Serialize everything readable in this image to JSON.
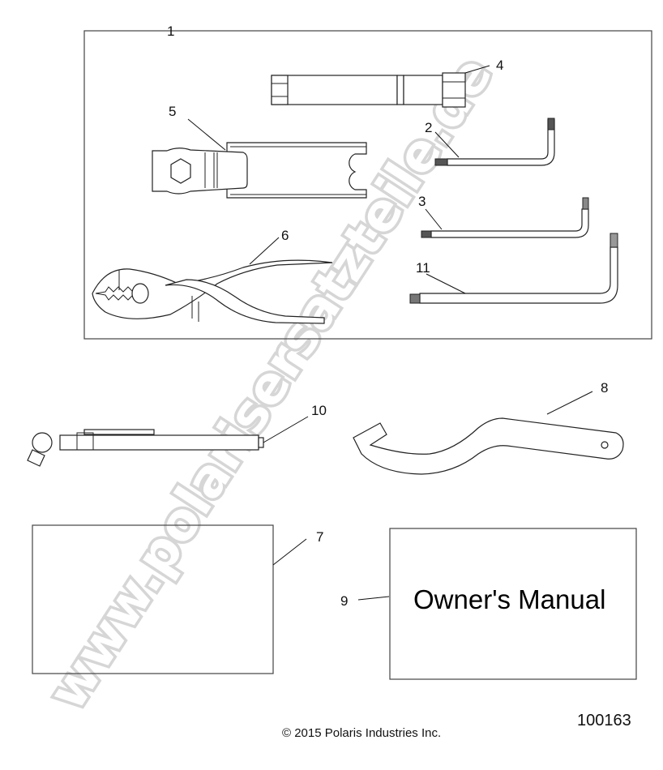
{
  "diagram": {
    "figure_number": "100163",
    "copyright": "© 2015 Polaris Industries Inc.",
    "watermark": "www.polarisersatzteile.de",
    "kit_box_callout": "1",
    "callouts": [
      {
        "id": "1",
        "part": "tool-kit-box"
      },
      {
        "id": "2",
        "part": "hex-key-small"
      },
      {
        "id": "3",
        "part": "hex-key-medium"
      },
      {
        "id": "4",
        "part": "spark-plug-socket"
      },
      {
        "id": "5",
        "part": "wrench-handle"
      },
      {
        "id": "6",
        "part": "pliers"
      },
      {
        "id": "7",
        "part": "blank-card"
      },
      {
        "id": "8",
        "part": "spanner-wrench"
      },
      {
        "id": "9",
        "part": "owners-manual"
      },
      {
        "id": "10",
        "part": "tire-pressure-gauge"
      },
      {
        "id": "11",
        "part": "hex-key-large"
      }
    ],
    "manual_title": "Owner's Manual"
  },
  "colors": {
    "line": "#222222",
    "watermark": "#d0d0d0",
    "background": "#ffffff"
  }
}
